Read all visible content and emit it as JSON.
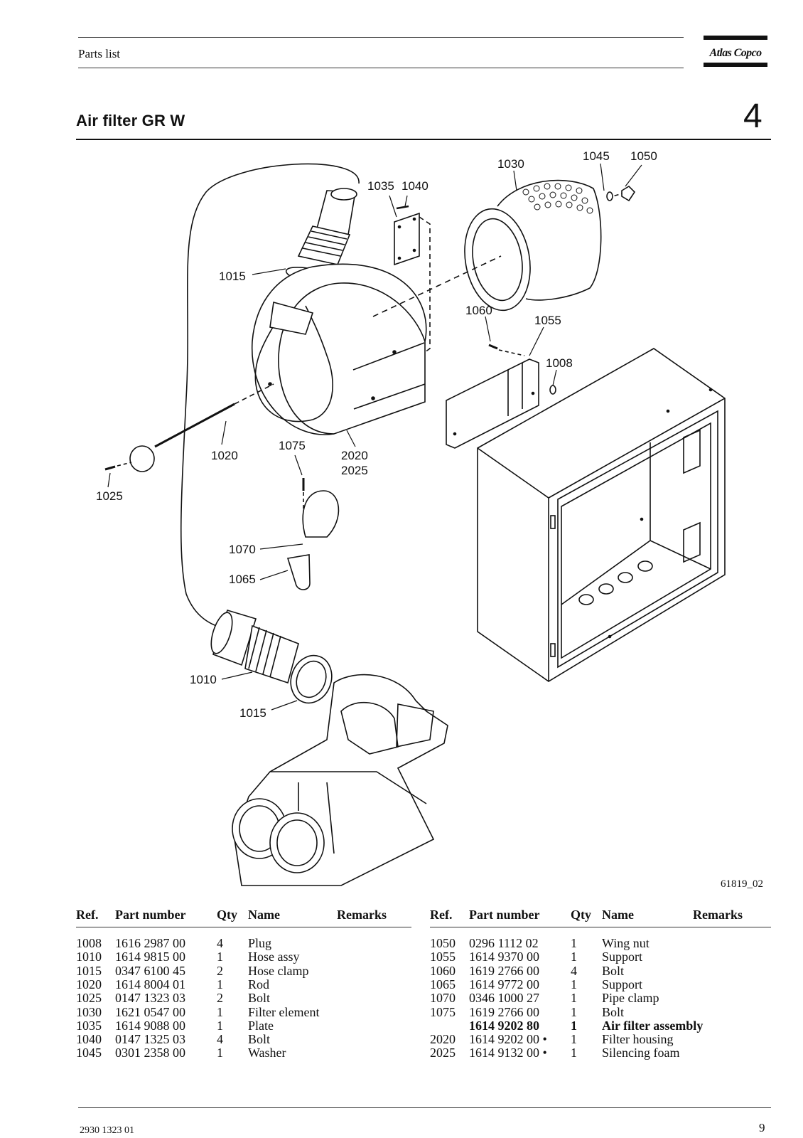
{
  "header": {
    "section_label": "Parts list",
    "logo_text": "Atlas Copco"
  },
  "title": "Air filter GR W",
  "chapter_number": "4",
  "figure": {
    "figure_id": "61819_02",
    "callouts": [
      "1030",
      "1045",
      "1050",
      "1035",
      "1040",
      "1015",
      "1060",
      "1055",
      "1008",
      "1020",
      "1075",
      "2020",
      "2025",
      "1025",
      "1070",
      "1065",
      "1010",
      "1015"
    ]
  },
  "table_columns": {
    "ref": "Ref.",
    "part_number": "Part number",
    "qty": "Qty",
    "name": "Name",
    "remarks": "Remarks"
  },
  "left_table": [
    {
      "ref": "1008",
      "part_number": "1616 2987 00",
      "qty": "4",
      "name": "Plug",
      "bold": false
    },
    {
      "ref": "1010",
      "part_number": "1614 9815 00",
      "qty": "1",
      "name": "Hose assy",
      "bold": false
    },
    {
      "ref": "1015",
      "part_number": "0347 6100 45",
      "qty": "2",
      "name": "Hose clamp",
      "bold": false
    },
    {
      "ref": "1020",
      "part_number": "1614 8004 01",
      "qty": "1",
      "name": "Rod",
      "bold": false
    },
    {
      "ref": "1025",
      "part_number": "0147 1323 03",
      "qty": "2",
      "name": "Bolt",
      "bold": false
    },
    {
      "ref": "1030",
      "part_number": "1621 0547 00",
      "qty": "1",
      "name": "Filter element",
      "bold": false
    },
    {
      "ref": "1035",
      "part_number": "1614 9088 00",
      "qty": "1",
      "name": "Plate",
      "bold": false
    },
    {
      "ref": "1040",
      "part_number": "0147 1325 03",
      "qty": "4",
      "name": "Bolt",
      "bold": false
    },
    {
      "ref": "1045",
      "part_number": "0301 2358 00",
      "qty": "1",
      "name": "Washer",
      "bold": false
    }
  ],
  "right_table": [
    {
      "ref": "1050",
      "part_number": "0296 1112 02",
      "qty": "1",
      "name": "Wing nut",
      "bold": false
    },
    {
      "ref": "1055",
      "part_number": "1614 9370 00",
      "qty": "1",
      "name": "Support",
      "bold": false
    },
    {
      "ref": "1060",
      "part_number": "1619 2766 00",
      "qty": "4",
      "name": "Bolt",
      "bold": false
    },
    {
      "ref": "1065",
      "part_number": "1614 9772 00",
      "qty": "1",
      "name": "Support",
      "bold": false
    },
    {
      "ref": "1070",
      "part_number": "0346 1000 27",
      "qty": "1",
      "name": "Pipe clamp",
      "bold": false
    },
    {
      "ref": "1075",
      "part_number": "1619 2766 00",
      "qty": "1",
      "name": "Bolt",
      "bold": false
    },
    {
      "ref": "",
      "part_number": "1614 9202 80",
      "qty": "1",
      "name": "Air filter assembly",
      "bold": true
    },
    {
      "ref": "2020",
      "part_number": "1614 9202 00 •",
      "qty": "1",
      "name": "Filter housing",
      "bold": false
    },
    {
      "ref": "2025",
      "part_number": "1614 9132 00 •",
      "qty": "1",
      "name": "Silencing foam",
      "bold": false
    }
  ],
  "footer": {
    "document_number": "2930 1323 01",
    "page_number": "9"
  }
}
